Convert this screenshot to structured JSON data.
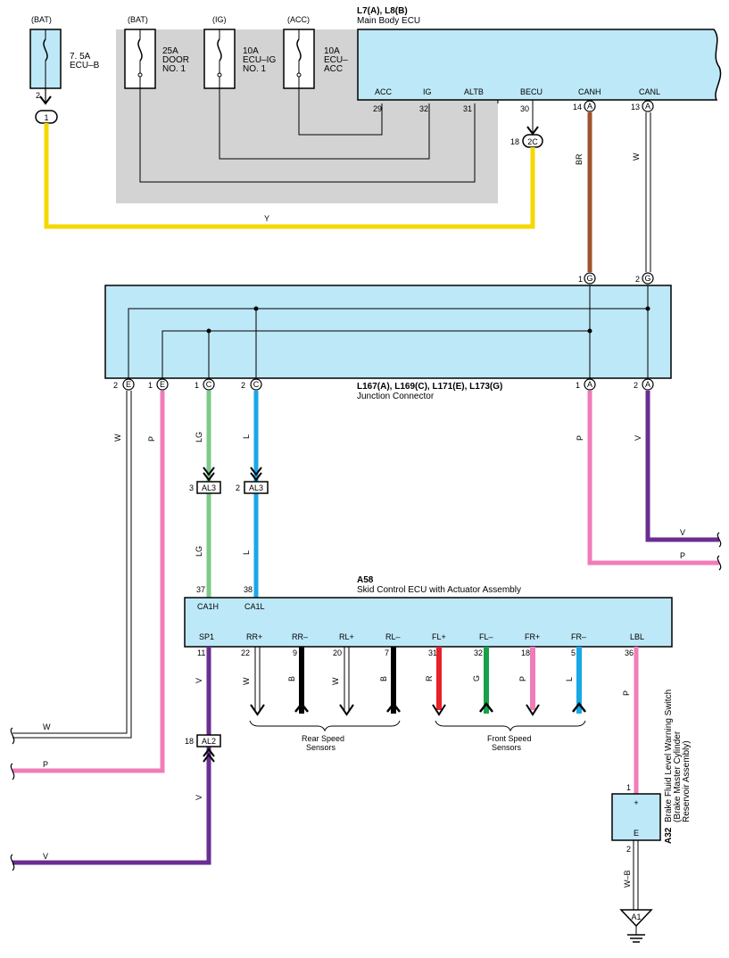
{
  "fuses": [
    {
      "source": "(BAT)",
      "rating": "7. 5A",
      "name": "ECU–B",
      "pin": "2"
    },
    {
      "source": "(BAT)",
      "rating": "25A",
      "name1": "DOOR",
      "name2": "NO. 1"
    },
    {
      "source": "(IG)",
      "rating": "10A",
      "name1": "ECU–IG",
      "name2": "NO. 1"
    },
    {
      "source": "(ACC)",
      "rating": "10A",
      "name1": "ECU–",
      "name2": "ACC"
    }
  ],
  "main_ecu": {
    "code": "L7(A), L8(B)",
    "name": "Main Body ECU",
    "terminals": [
      {
        "label": "ACC",
        "pin": "29"
      },
      {
        "label": "IG",
        "pin": "32"
      },
      {
        "label": "ALTB",
        "pin": "31"
      },
      {
        "label": "BECU",
        "pin": "30"
      },
      {
        "label": "CANH",
        "pin": "14",
        "conn": "A"
      },
      {
        "label": "CANL",
        "pin": "13",
        "conn": "A"
      }
    ],
    "becu_conn": {
      "pin": "18",
      "conn": "2C"
    }
  },
  "fuse_conn": {
    "label": "1"
  },
  "wire_colors": {
    "y": "Y",
    "br": "BR",
    "w": "W",
    "p": "P",
    "v": "V",
    "lg": "LG",
    "l": "L",
    "b": "B",
    "r": "R",
    "g": "G",
    "wb": "W–B"
  },
  "junction": {
    "code": "L167(A), L169(C), L171(E), L173(G)",
    "name": "Junction Connector",
    "top_pins": [
      {
        "pin": "1",
        "conn": "G"
      },
      {
        "pin": "2",
        "conn": "G"
      }
    ],
    "bottom_pins": [
      {
        "pin": "2",
        "conn": "E"
      },
      {
        "pin": "1",
        "conn": "E"
      },
      {
        "pin": "1",
        "conn": "C"
      },
      {
        "pin": "2",
        "conn": "C"
      },
      {
        "pin": "1",
        "conn": "A"
      },
      {
        "pin": "2",
        "conn": "A"
      }
    ]
  },
  "al3": [
    {
      "pin": "3",
      "label": "AL3"
    },
    {
      "pin": "2",
      "label": "AL3"
    }
  ],
  "skid_ecu": {
    "code": "A58",
    "name": "Skid Control ECU with Actuator Assembly",
    "top_terminals": [
      {
        "pin": "37",
        "label": "CA1H"
      },
      {
        "pin": "38",
        "label": "CA1L"
      }
    ],
    "bottom_terminals": [
      {
        "label": "SP1",
        "pin": "11"
      },
      {
        "label": "RR+",
        "pin": "22"
      },
      {
        "label": "RR–",
        "pin": "9"
      },
      {
        "label": "RL+",
        "pin": "20"
      },
      {
        "label": "RL–",
        "pin": "7"
      },
      {
        "label": "FL+",
        "pin": "31"
      },
      {
        "label": "FL–",
        "pin": "32"
      },
      {
        "label": "FR+",
        "pin": "18"
      },
      {
        "label": "FR–",
        "pin": "5"
      },
      {
        "label": "LBL",
        "pin": "36"
      }
    ]
  },
  "sensor_groups": {
    "rear1": "Rear Speed",
    "rear2": "Sensors",
    "front1": "Front Speed",
    "front2": "Sensors"
  },
  "al2": {
    "pin": "18",
    "label": "AL2"
  },
  "brake_switch": {
    "code": "A32",
    "name1": "Brake Fluid Level Warning Switch",
    "name2": "(Brake Master Cylinder",
    "name3": "Reservoir Assembly)",
    "plus": "+",
    "e": "E",
    "pin_top": "1",
    "pin_bottom": "2"
  },
  "ground": {
    "label": "A1"
  },
  "offpage": {
    "w_left": "W",
    "p_left": "P",
    "v_left": "V",
    "v_right": "V",
    "p_right": "P"
  },
  "colors": {
    "yellow": "#F5D800",
    "brown": "#A0522D",
    "pink": "#F07CB8",
    "violet": "#6A2D91",
    "lightgreen": "#7DC98A",
    "blue": "#18A8E8",
    "black": "#000000",
    "red": "#E8202A",
    "green": "#17A04A",
    "ecu_fill": "#BDE8F7",
    "gray": "#D3D3D3"
  }
}
